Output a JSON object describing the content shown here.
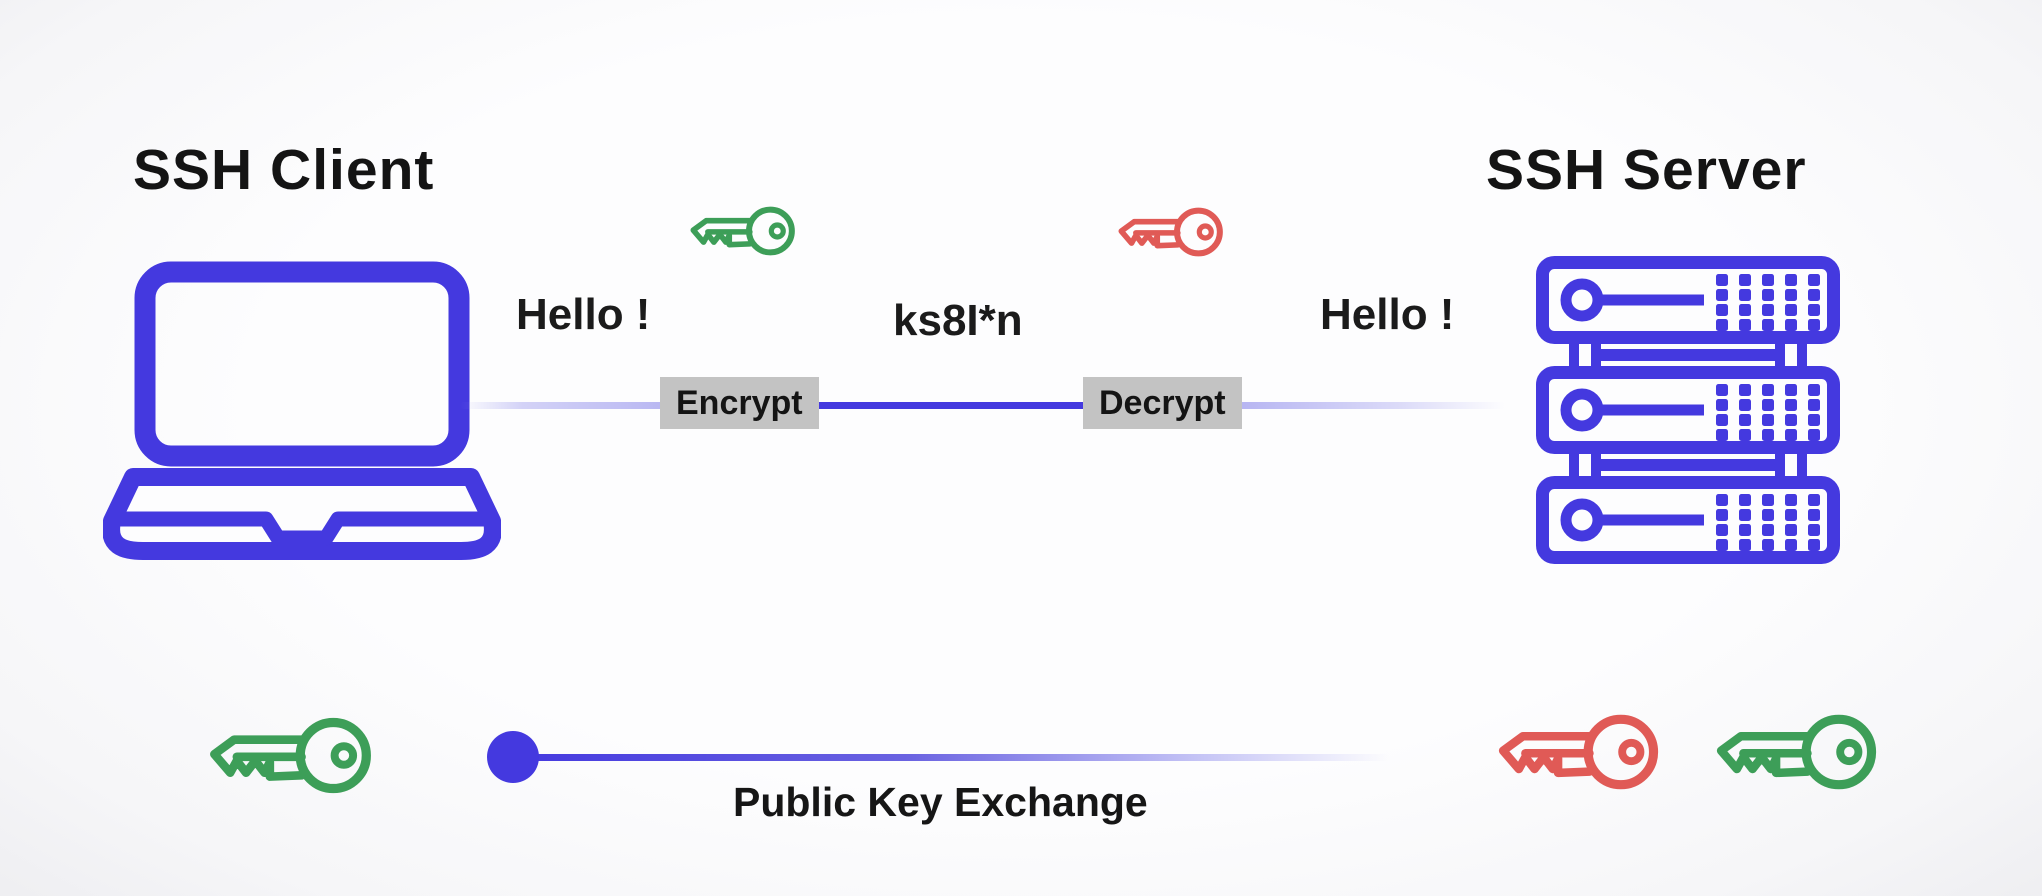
{
  "colors": {
    "blue": "#4439df",
    "green": "#3d9e58",
    "red": "#e05a56",
    "label_bg": "#c3c3c3",
    "text": "#141414",
    "background": "#fcfcfd"
  },
  "client": {
    "title": "SSH Client",
    "icon": "laptop-icon"
  },
  "server": {
    "title": "SSH Server",
    "icon": "server-rack-icon"
  },
  "top_flow": {
    "plaintext_client": "Hello !",
    "encrypt_label": "Encrypt",
    "ciphertext": "ks8I*n",
    "decrypt_label": "Decrypt",
    "plaintext_server": "Hello !",
    "client_session_key_icon": "green-key-icon",
    "server_session_key_icon": "red-key-icon"
  },
  "bottom_flow": {
    "caption": "Public Key Exchange",
    "start_marker_icon": "blue-dot",
    "client_key_icon": "green-key-icon",
    "server_private_key_icon": "red-key-icon",
    "server_public_key_icon": "green-key-icon"
  }
}
